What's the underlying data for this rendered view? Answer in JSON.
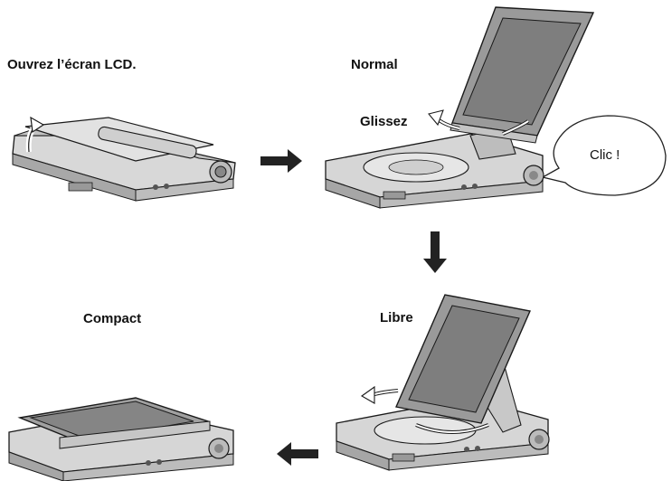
{
  "steps": {
    "open": {
      "label": "Ouvrez l’écran LCD."
    },
    "normal": {
      "label": "Normal",
      "slide_label": "Glissez"
    },
    "free": {
      "label": "Libre"
    },
    "compact": {
      "label": "Compact"
    }
  },
  "callout": {
    "text": "Clic !"
  },
  "colors": {
    "ink": "#1a1a1a",
    "body": "#d4d4d4",
    "body_dark": "#9a9a9a",
    "screen": "#8a8a8a",
    "arrow": "#222222"
  }
}
